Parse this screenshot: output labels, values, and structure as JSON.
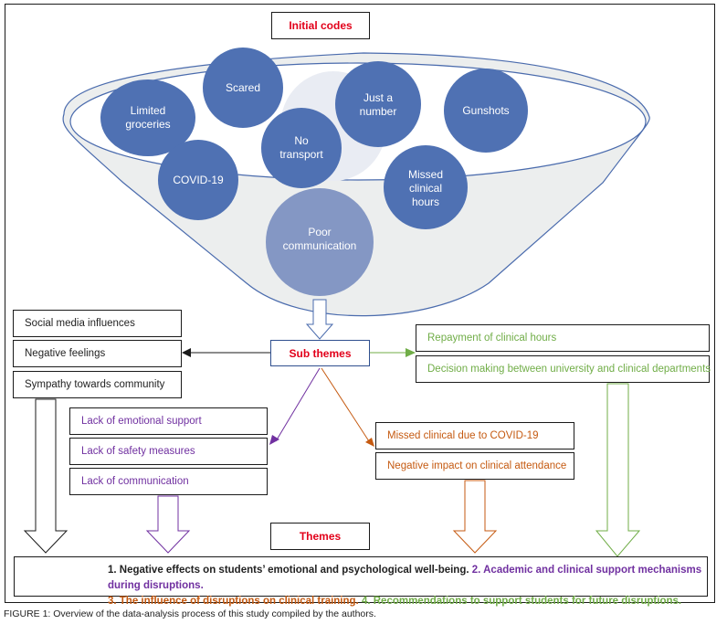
{
  "headers": {
    "initial_codes": "Initial codes",
    "sub_themes": "Sub themes",
    "themes": "Themes"
  },
  "initial_codes": [
    {
      "label": "Limited\ngroceries",
      "shade": "dark"
    },
    {
      "label": "Scared",
      "shade": "dark"
    },
    {
      "label": "Just a\nnumber",
      "shade": "dark"
    },
    {
      "label": "Gunshots",
      "shade": "dark"
    },
    {
      "label": "No\ntransport",
      "shade": "dark"
    },
    {
      "label": "COVID-19",
      "shade": "dark"
    },
    {
      "label": "Missed\nclinical\nhours",
      "shade": "dark"
    },
    {
      "label": "Poor\ncommunication",
      "shade": "light"
    }
  ],
  "sub_theme_groups": {
    "emotional": {
      "color": "#222222",
      "items": [
        "Social media influences",
        "Negative feelings",
        "Sympathy towards community"
      ]
    },
    "support": {
      "color": "#7030a0",
      "items": [
        "Lack of emotional support",
        "Lack of safety measures",
        "Lack of communication"
      ]
    },
    "clinical_training": {
      "color": "#c55a11",
      "items": [
        "Missed clinical due to COVID-19",
        "Negative impact on clinical attendance"
      ]
    },
    "recommendations": {
      "color": "#70ad47",
      "items": [
        "Repayment of clinical hours",
        "Decision making between university and clinical departments"
      ]
    }
  },
  "themes": [
    {
      "text": "1. Negative effects on students’ emotional and psychological well-being.",
      "color": "#222222"
    },
    {
      "text": "2. Academic and clinical support mechanisms during disruptions.",
      "color": "#7030a0"
    },
    {
      "text": "3. The influence of disruptions on clinical training.",
      "color": "#c55a11"
    },
    {
      "text": "4. Recommendations to support students for future disruptions.",
      "color": "#70ad47"
    }
  ],
  "caption": {
    "label": "FIGURE 1:",
    "text": " Overview of the data-analysis process of this study compiled by the authors."
  },
  "colors": {
    "header_red": "#e2001a",
    "circle_dark": "#4f71b3",
    "circle_light": "#8497c4",
    "funnel_fill": "#eceeee",
    "funnel_stroke": "#4a6bad"
  }
}
